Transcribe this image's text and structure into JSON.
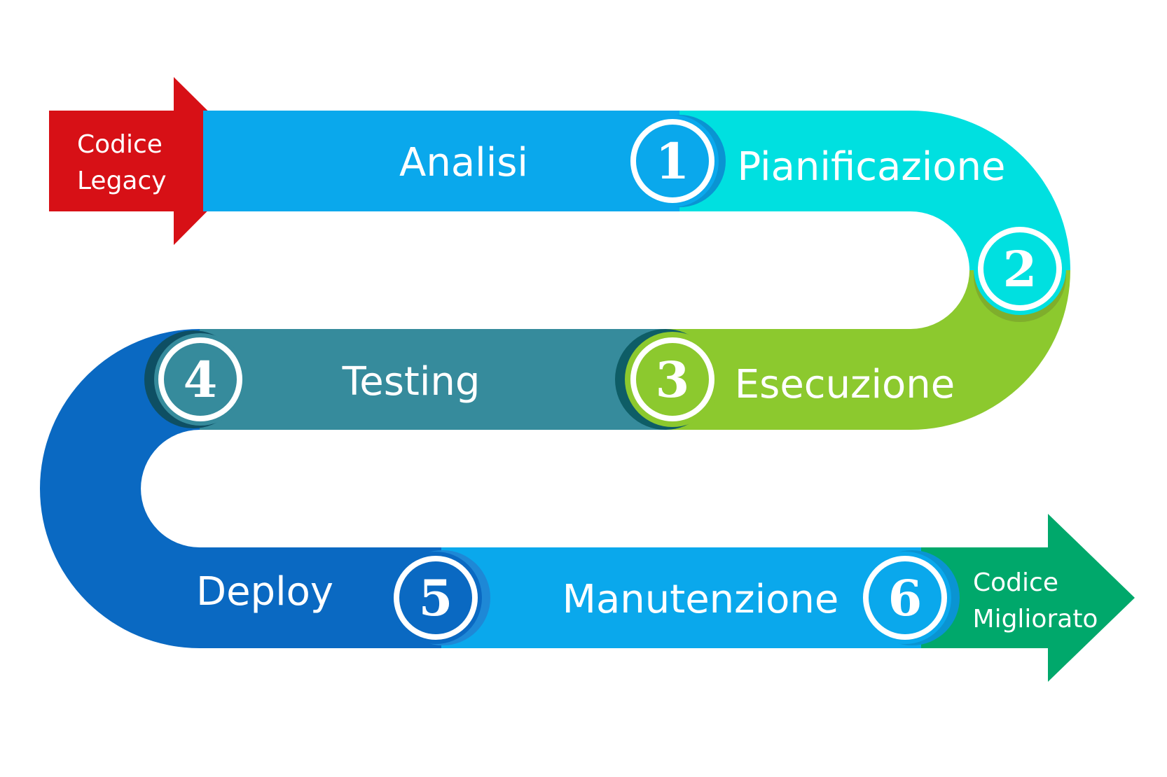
{
  "start": {
    "line1": "Codice",
    "line2": "Legacy",
    "color": "#d71016"
  },
  "end": {
    "line1": "Codice",
    "line2": "Migliorato",
    "color": "#00a86b"
  },
  "stages": [
    {
      "number": "1",
      "label": "Analisi",
      "color": "#0aa8ec"
    },
    {
      "number": "2",
      "label": "Pianificazione",
      "color": "#00e0e0"
    },
    {
      "number": "3",
      "label": "Esecuzione",
      "color": "#8cc92e"
    },
    {
      "number": "4",
      "label": "Testing",
      "color": "#368b9c"
    },
    {
      "number": "5",
      "label": "Deploy",
      "color": "#0a69c2"
    },
    {
      "number": "6",
      "label": "Manutenzione",
      "color": "#0aa8ec"
    }
  ]
}
